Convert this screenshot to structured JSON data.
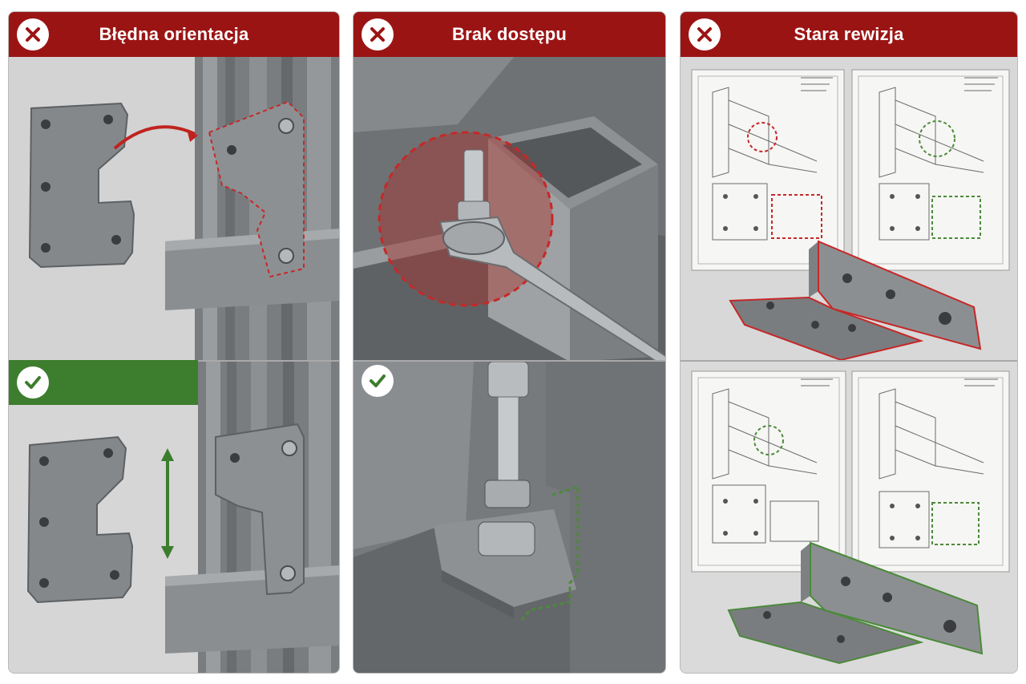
{
  "panels": [
    {
      "title": "Błędna orientacja",
      "status_icon": "x-icon",
      "bottom_icon": "check-icon"
    },
    {
      "title": "Brak dostępu",
      "status_icon": "x-icon",
      "bottom_icon": "check-icon"
    },
    {
      "title": "Stara rewizja",
      "status_icon": "x-icon"
    }
  ],
  "colors": {
    "header_red": "#9b1414",
    "ok_green": "#3d7d2e",
    "error_outline": "#c62828",
    "ok_outline": "#4b8a3a",
    "steel": "#8a8d90"
  }
}
